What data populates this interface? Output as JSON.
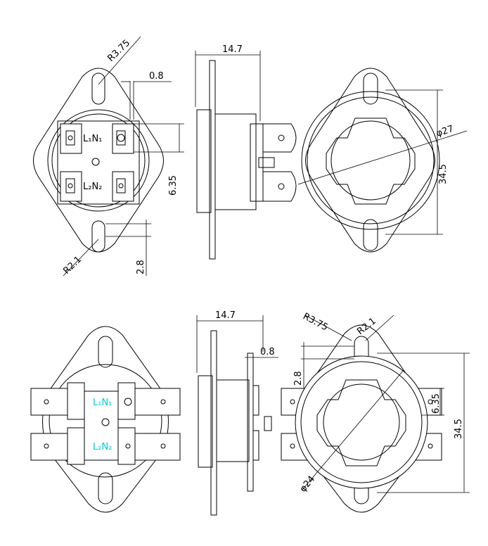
{
  "colors": {
    "line": "#000000",
    "accent": "#00c8d8",
    "background": "#ffffff"
  },
  "top": {
    "front": {
      "radius_large": "R3.75",
      "thickness": "0.8",
      "terminal_gap": "6.35",
      "radius_small": "R2.1",
      "offset": "2.8",
      "label_1": "L₁N₁",
      "label_2": "L₂N₂"
    },
    "side": {
      "width": "14.7"
    },
    "back": {
      "diameter": "φ27",
      "height": "34.5"
    }
  },
  "bottom": {
    "front": {
      "label_1": "L₁N₁",
      "label_2": "L₂N₂"
    },
    "side": {
      "width": "14.7",
      "thickness": "0.8"
    },
    "back": {
      "radius_large": "R3.75",
      "radius_small": "R2.1",
      "offset": "2.8",
      "terminal_gap": "6.35",
      "height": "34.5",
      "diameter": "φ24"
    }
  }
}
